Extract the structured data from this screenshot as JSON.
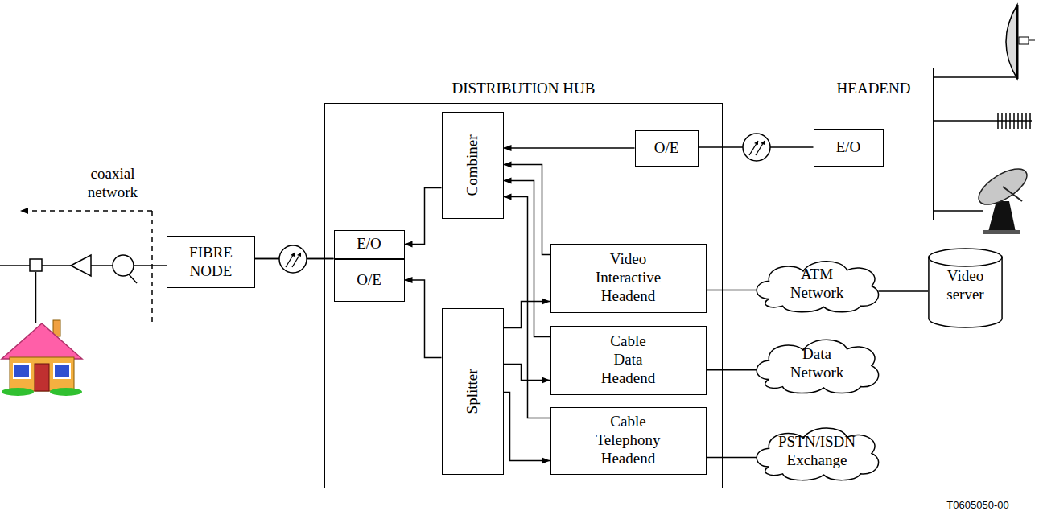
{
  "diagram": {
    "nodes": [
      {
        "text": [
          "DISTRIBUTION HUB"
        ]
      },
      {
        "text": [
          "Combiner"
        ],
        "in": 0
      },
      {
        "text": [
          "O/E"
        ],
        "in": 0
      },
      {
        "text": [
          "E/O"
        ],
        "in": 0
      },
      {
        "text": [
          "O/E"
        ],
        "in": 0
      },
      {
        "text": [
          "Splitter"
        ],
        "in": 0
      },
      {
        "text": [
          "Video Interactive Headend"
        ],
        "in": 0
      },
      {
        "text": [
          "Cable Data Headend"
        ],
        "in": 0
      },
      {
        "text": [
          "Cable Telephony Headend"
        ],
        "in": 0
      },
      {
        "text": [
          "HEADEND"
        ]
      },
      {
        "text": [
          "E/O"
        ],
        "in": 9
      },
      {
        "text": [
          "FIBRE NODE"
        ]
      },
      {
        "text": [
          "ATM Network"
        ]
      },
      {
        "text": [
          "Video server"
        ]
      },
      {
        "text": [
          "Data Network"
        ]
      },
      {
        "text": [
          "PSTN/ISDN Exchange"
        ]
      }
    ],
    "edges": [
      {
        "from": 10,
        "to": 2,
        "arrow": "none"
      },
      {
        "from": 2,
        "to": 1,
        "arrow": "to"
      },
      {
        "from": 1,
        "to": 3,
        "arrow": "to"
      },
      {
        "from": 5,
        "to": 4,
        "arrow": "to"
      },
      {
        "from": 6,
        "to": 1,
        "arrow": "to"
      },
      {
        "from": 7,
        "to": 1,
        "arrow": "to"
      },
      {
        "from": 8,
        "to": 1,
        "arrow": "to"
      },
      {
        "from": 5,
        "to": 6,
        "arrow": "to"
      },
      {
        "from": 5,
        "to": 7,
        "arrow": "to"
      },
      {
        "from": 5,
        "to": 8,
        "arrow": "to"
      },
      {
        "from": 11,
        "to": 3,
        "arrow": "none"
      },
      {
        "from": 11,
        "to": 4,
        "arrow": "none"
      },
      {
        "from": 6,
        "to": 12,
        "arrow": "none"
      },
      {
        "from": 12,
        "to": 13,
        "arrow": "none"
      },
      {
        "from": 7,
        "to": 14,
        "arrow": "none"
      },
      {
        "from": 8,
        "to": 15,
        "arrow": "none"
      }
    ],
    "labels": [
      "coaxial network",
      "T0605050-00"
    ]
  }
}
